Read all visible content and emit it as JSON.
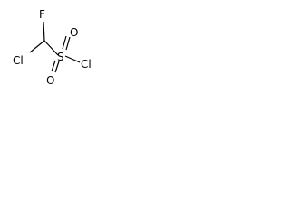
{
  "molecule": {
    "atoms": {
      "fluorine": "F",
      "chlorine_left": "Cl",
      "sulfur": "S",
      "oxygen_top": "O",
      "oxygen_bottom": "O",
      "chlorine_right": "Cl"
    },
    "colors": {
      "bond": "#000000",
      "label": "#000000",
      "background": "#ffffff"
    }
  }
}
